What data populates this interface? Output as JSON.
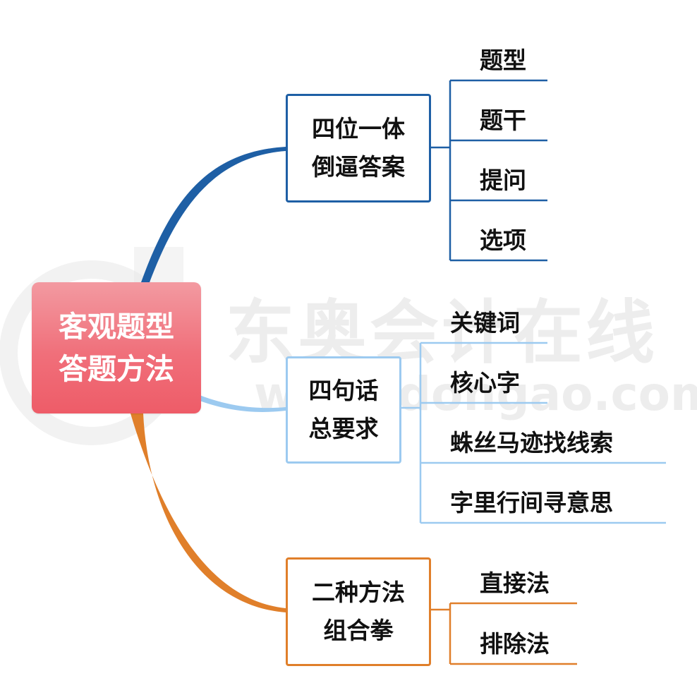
{
  "root": {
    "line1": "客观题型",
    "line2": "答题方法"
  },
  "branches": [
    {
      "line1": "四位一体",
      "line2": "倒逼答案",
      "color": "#1e5fa5",
      "leaves": [
        "题型",
        "题干",
        "提问",
        "选项"
      ]
    },
    {
      "line1": "四句话",
      "line2": "总要求",
      "color": "#9ccaf0",
      "leaves": [
        "关键词",
        "核心字",
        "蛛丝马迹找线索",
        "字里行间寻意思"
      ]
    },
    {
      "line1": "二种方法",
      "line2": "组合拳",
      "color": "#e07f2a",
      "leaves": [
        "直接法",
        "排除法"
      ]
    }
  ],
  "watermark": {
    "cn": "东奥会计在线",
    "url": "www.dongao.com"
  }
}
